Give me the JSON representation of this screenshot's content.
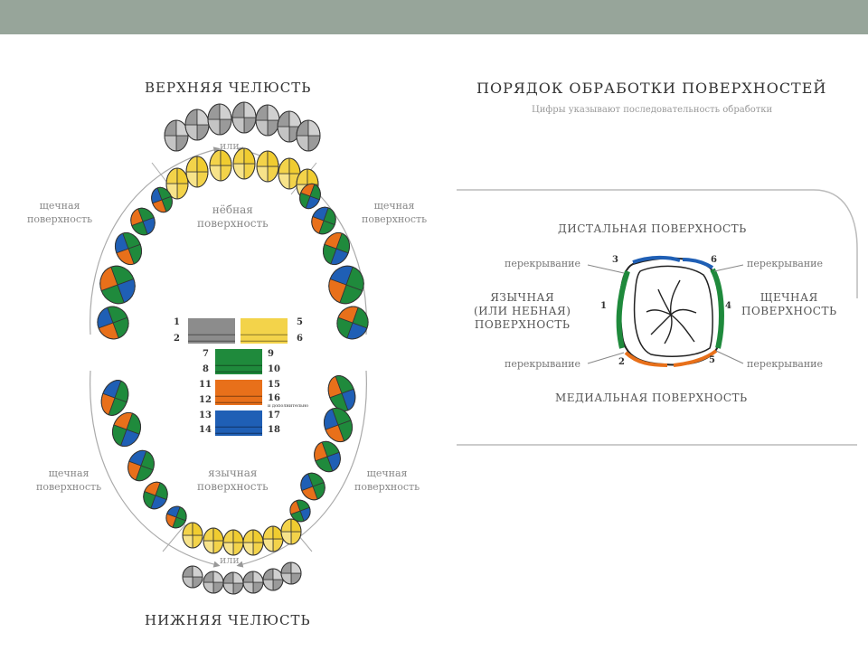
{
  "upper_jaw": {
    "title": "ВЕРХНЯЯ ЧЕЛЮСТЬ",
    "or_label": "или",
    "left_label": [
      "щечная",
      "поверхность"
    ],
    "right_label": [
      "щечная",
      "поверхность"
    ],
    "center_label": [
      "нёбная",
      "поверхность"
    ]
  },
  "lower_jaw": {
    "title": "НИЖНЯЯ ЧЕЛЮСТЬ",
    "or_label": "или",
    "left_label": [
      "щечная",
      "поверхность"
    ],
    "right_label": [
      "щечная",
      "поверхность"
    ],
    "center_label": [
      "язычная",
      "поверхность"
    ]
  },
  "legend": [
    {
      "left": [
        "1",
        "2"
      ],
      "color": "#8c8c8c",
      "right": [
        "5",
        "6"
      ],
      "color2": "#f3d34a"
    },
    {
      "left": [
        "7",
        "8"
      ],
      "color": "#1f8a3c",
      "right": [
        "9",
        "10"
      ]
    },
    {
      "left": [
        "11",
        "12"
      ],
      "color": "#e8701a",
      "right": [
        "15",
        "16"
      ]
    },
    {
      "left": [
        "13",
        "14"
      ],
      "color": "#1f5fb5",
      "right": [
        "17",
        "18"
      ]
    }
  ],
  "legend_note": "и дополнительно",
  "right_panel": {
    "title": "ПОРЯДОК ОБРАБОТКИ ПОВЕРХНОСТЕЙ",
    "subtitle": "Цифры указывают последовательность обработки",
    "distal": "ДИСТАЛЬНАЯ ПОВЕРХНОСТЬ",
    "medial": "МЕДИАЛЬНАЯ ПОВЕРХНОСТЬ",
    "lingual": [
      "ЯЗЫЧНАЯ",
      "(ИЛИ НЕБНАЯ)",
      "ПОВЕРХНОСТЬ"
    ],
    "buccal": [
      "ЩЕЧНАЯ",
      "ПОВЕРХНОСТЬ"
    ],
    "overlap": "перекрывание",
    "numbers": [
      "1",
      "2",
      "3",
      "4",
      "5",
      "6"
    ]
  },
  "colors": {
    "green": "#1f8a3c",
    "orange": "#e8701a",
    "blue": "#1f5fb5",
    "yellow": "#f3d34a",
    "gray": "#9a9a9a",
    "topbar": "#97a59a"
  }
}
